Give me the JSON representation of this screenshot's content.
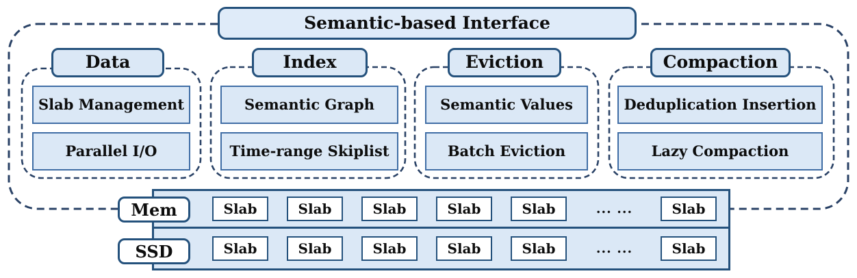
{
  "title": "Semantic-based Interface",
  "columns": [
    {
      "label": "Data",
      "items": [
        "Slab Management",
        "Parallel I/O"
      ]
    },
    {
      "label": "Index",
      "items": [
        "Semantic Graph",
        "Time-range Skiplist"
      ]
    },
    {
      "label": "Eviction",
      "items": [
        "Semantic Values",
        "Batch Eviction"
      ]
    },
    {
      "label": "Compaction",
      "items": [
        "Deduplication Insertion",
        "Lazy Compaction"
      ]
    }
  ],
  "storage_rows": [
    {
      "label": "Mem",
      "slab": "Slab",
      "ellipsis": "... ...",
      "slab_count": 6
    },
    {
      "label": "SSD",
      "slab": "Slab",
      "ellipsis": "... ...",
      "slab_count": 6
    }
  ],
  "colors": {
    "border-dark": "#24517c",
    "border-mid": "#3f6da5",
    "fill-light": "#dbe8f6",
    "fill-title": "#dfebf9",
    "dash": "#2a4266",
    "text": "#0d0d0d"
  }
}
